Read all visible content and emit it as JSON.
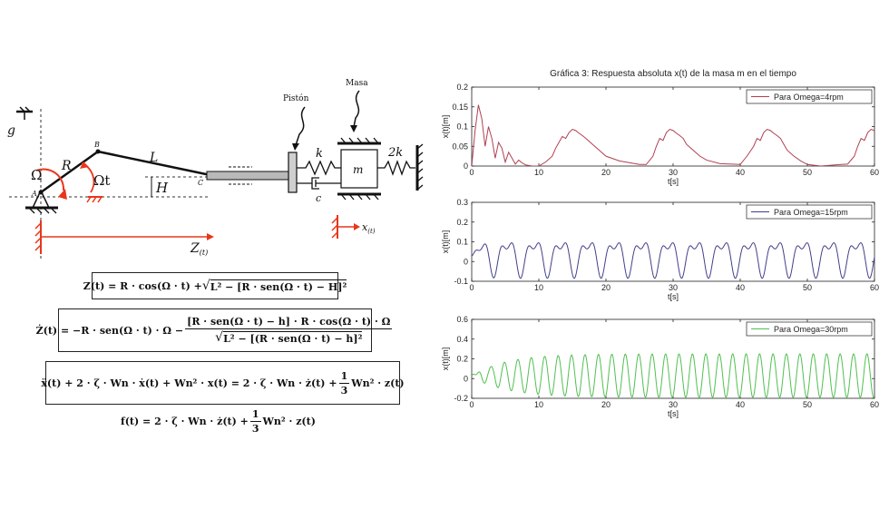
{
  "diagram": {
    "labels": {
      "g": "g",
      "omega": "Ω",
      "R": "R",
      "B": "B",
      "L": "L",
      "omega_t": "Ωt",
      "H": "H",
      "A": "A",
      "C": "C",
      "piston": "Pistón",
      "masa": "Masa",
      "k": "k",
      "m": "m",
      "two_k": "2k",
      "c": "c",
      "z_t": "Z",
      "z_sub": "(t)",
      "x_t": "x",
      "x_sub": "(t)"
    },
    "colors": {
      "red": "#e8361c",
      "black": "#111111"
    }
  },
  "equations": {
    "eq1": {
      "lhs": "Z(t) = R · cos(Ω · t) +",
      "radicand": "L² − [R · sen(Ω · t) − H]²"
    },
    "eq2": {
      "lhs": "Ż(t) = −R · sen(Ω · t) · Ω −",
      "num": "[R · sen(Ω · t) − h] · R · cos(Ω · t) · Ω",
      "den_radicand": "L² − [(R · sen(Ω · t) − h]²"
    },
    "eq3": {
      "lhs": "ẍ(t) + 2 · ζ · Wn · ẋ(t) + Wn² · x(t) = 2 · ζ · Wn · ż(t) +",
      "frac_num": "1",
      "frac_den": "3",
      "rhs_tail": "Wn² · z(t)"
    },
    "eq4": {
      "lhs": "f(t) = 2 · ζ · Wn · ż(t) +",
      "frac_num": "1",
      "frac_den": "3",
      "rhs_tail": "Wn² · z(t)"
    }
  },
  "chart_data": [
    {
      "type": "line",
      "title": "Gráfica 3: Respuesta absoluta x(t) de la masa m en el tiempo",
      "xlabel": "t[s]",
      "ylabel": "x(t)[m]",
      "xlim": [
        0,
        60
      ],
      "ylim": [
        0,
        0.2
      ],
      "xticks": [
        "0",
        "10",
        "20",
        "30",
        "40",
        "50",
        "60"
      ],
      "yticks": [
        "0",
        "0.05",
        "0.1",
        "0.15",
        "0.2"
      ],
      "legend": "top-right",
      "series": [
        {
          "name": "Para Omega=4rpm",
          "color": "#b04050",
          "x": [
            0,
            0.5,
            1,
            1.5,
            2,
            2.5,
            3,
            3.5,
            4,
            4.5,
            5,
            5.5,
            6,
            6.5,
            7,
            7.5,
            8,
            9,
            10,
            11,
            12,
            12.5,
            13,
            13.5,
            14,
            14.5,
            15,
            15.5,
            16,
            16.5,
            17,
            18,
            19,
            20,
            22,
            25,
            26,
            27,
            27.5,
            28,
            28.5,
            29,
            29.5,
            30,
            30.5,
            31,
            31.5,
            32,
            33,
            34,
            35,
            37,
            40,
            41,
            42,
            42.5,
            43,
            43.5,
            44,
            44.5,
            45,
            45.5,
            46,
            46.5,
            47,
            48,
            49,
            50,
            52,
            55,
            56,
            57,
            57.5,
            58,
            58.5,
            59,
            59.5,
            60
          ],
          "y": [
            0,
            0.09,
            0.155,
            0.12,
            0.05,
            0.1,
            0.07,
            0.02,
            0.06,
            0.045,
            0.01,
            0.035,
            0.02,
            0.005,
            0.015,
            0.008,
            0.003,
            0.0,
            0.0,
            0.01,
            0.025,
            0.045,
            0.06,
            0.075,
            0.07,
            0.085,
            0.093,
            0.09,
            0.083,
            0.077,
            0.07,
            0.055,
            0.04,
            0.025,
            0.013,
            0.004,
            0.004,
            0.025,
            0.05,
            0.07,
            0.065,
            0.085,
            0.093,
            0.09,
            0.083,
            0.077,
            0.07,
            0.055,
            0.04,
            0.025,
            0.015,
            0.006,
            0.004,
            0.025,
            0.05,
            0.07,
            0.065,
            0.085,
            0.093,
            0.09,
            0.083,
            0.077,
            0.07,
            0.055,
            0.04,
            0.025,
            0.013,
            0.004,
            0.0,
            0.004,
            0.005,
            0.025,
            0.05,
            0.07,
            0.065,
            0.085,
            0.093,
            0.09
          ]
        }
      ]
    },
    {
      "type": "line",
      "xlabel": "t[s]",
      "ylabel": "x(t)[m]",
      "xlim": [
        0,
        60
      ],
      "ylim": [
        -0.1,
        0.3
      ],
      "xticks": [
        "0",
        "10",
        "20",
        "30",
        "40",
        "50",
        "60"
      ],
      "yticks": [
        "-0.1",
        "0",
        "0.1",
        "0.2",
        "0.3"
      ],
      "legend": "top-right",
      "series": [
        {
          "name": "Para Omega=15rpm",
          "color": "#40408a",
          "formula": "bimodal",
          "period": 4,
          "mean": 0.03,
          "amp1": 0.075,
          "amp2": 0.04,
          "tmax": 60
        }
      ]
    },
    {
      "type": "line",
      "xlabel": "t[s]",
      "ylabel": "x(t)[m]",
      "xlim": [
        0,
        60
      ],
      "ylim": [
        -0.2,
        0.6
      ],
      "xticks": [
        "0",
        "10",
        "20",
        "30",
        "40",
        "50",
        "60"
      ],
      "yticks": [
        "-0.2",
        "0",
        "0.2",
        "0.4",
        "0.6"
      ],
      "legend": "top-right",
      "series": [
        {
          "name": "Para Omega=30rpm",
          "color": "#50c050",
          "formula": "growing",
          "period": 2,
          "mean": 0.03,
          "amp": 0.22,
          "tau": 5,
          "tmax": 60
        }
      ]
    }
  ]
}
